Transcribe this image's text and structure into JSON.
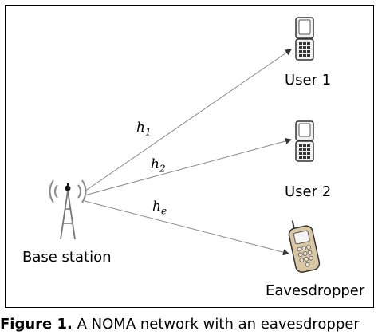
{
  "labels": {
    "base_station": "Base station",
    "user1": "User 1",
    "user2": "User 2",
    "eavesdropper": "Eavesdropper"
  },
  "channels": [
    {
      "symbol": "h",
      "subscript": "1"
    },
    {
      "symbol": "h",
      "subscript": "2"
    },
    {
      "symbol": "h",
      "subscript": "e"
    }
  ],
  "caption": {
    "prefix": "Figure 1.",
    "text": "A NOMA network with an eavesdropper"
  },
  "icons": {
    "base_station": "antenna-tower-icon",
    "user1": "flip-phone-icon",
    "user2": "flip-phone-icon",
    "eavesdropper": "mobile-phone-icon"
  }
}
